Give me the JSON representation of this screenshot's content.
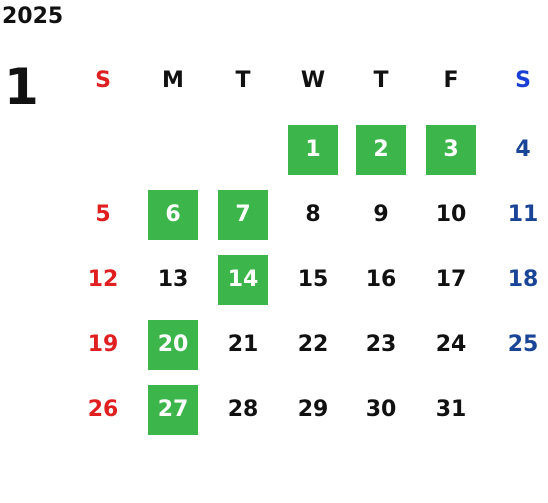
{
  "year": "2025",
  "month": "1",
  "weekdays": [
    {
      "label": "S",
      "color": "#e02020"
    },
    {
      "label": "M",
      "color": "#111111"
    },
    {
      "label": "T",
      "color": "#111111"
    },
    {
      "label": "W",
      "color": "#111111"
    },
    {
      "label": "T",
      "color": "#111111"
    },
    {
      "label": "F",
      "color": "#111111"
    },
    {
      "label": "S",
      "color": "#1a3fd6"
    }
  ],
  "colors": {
    "sunday": "#e02020",
    "saturday": "#1a4596",
    "weekday": "#111111",
    "highlight_bg": "#3cb54a",
    "highlight_text": "#ffffff"
  },
  "first_weekday": 3,
  "days": [
    {
      "n": "1",
      "hl": true
    },
    {
      "n": "2",
      "hl": true
    },
    {
      "n": "3",
      "hl": true
    },
    {
      "n": "4",
      "hl": false
    },
    {
      "n": "5",
      "hl": false
    },
    {
      "n": "6",
      "hl": true
    },
    {
      "n": "7",
      "hl": true
    },
    {
      "n": "8",
      "hl": false
    },
    {
      "n": "9",
      "hl": false
    },
    {
      "n": "10",
      "hl": false
    },
    {
      "n": "11",
      "hl": false
    },
    {
      "n": "12",
      "hl": false
    },
    {
      "n": "13",
      "hl": false
    },
    {
      "n": "14",
      "hl": true
    },
    {
      "n": "15",
      "hl": false
    },
    {
      "n": "16",
      "hl": false
    },
    {
      "n": "17",
      "hl": false
    },
    {
      "n": "18",
      "hl": false
    },
    {
      "n": "19",
      "hl": false
    },
    {
      "n": "20",
      "hl": true
    },
    {
      "n": "21",
      "hl": false
    },
    {
      "n": "22",
      "hl": false
    },
    {
      "n": "23",
      "hl": false
    },
    {
      "n": "24",
      "hl": false
    },
    {
      "n": "25",
      "hl": false
    },
    {
      "n": "26",
      "hl": false
    },
    {
      "n": "27",
      "hl": true
    },
    {
      "n": "28",
      "hl": false
    },
    {
      "n": "29",
      "hl": false
    },
    {
      "n": "30",
      "hl": false
    },
    {
      "n": "31",
      "hl": false
    }
  ]
}
